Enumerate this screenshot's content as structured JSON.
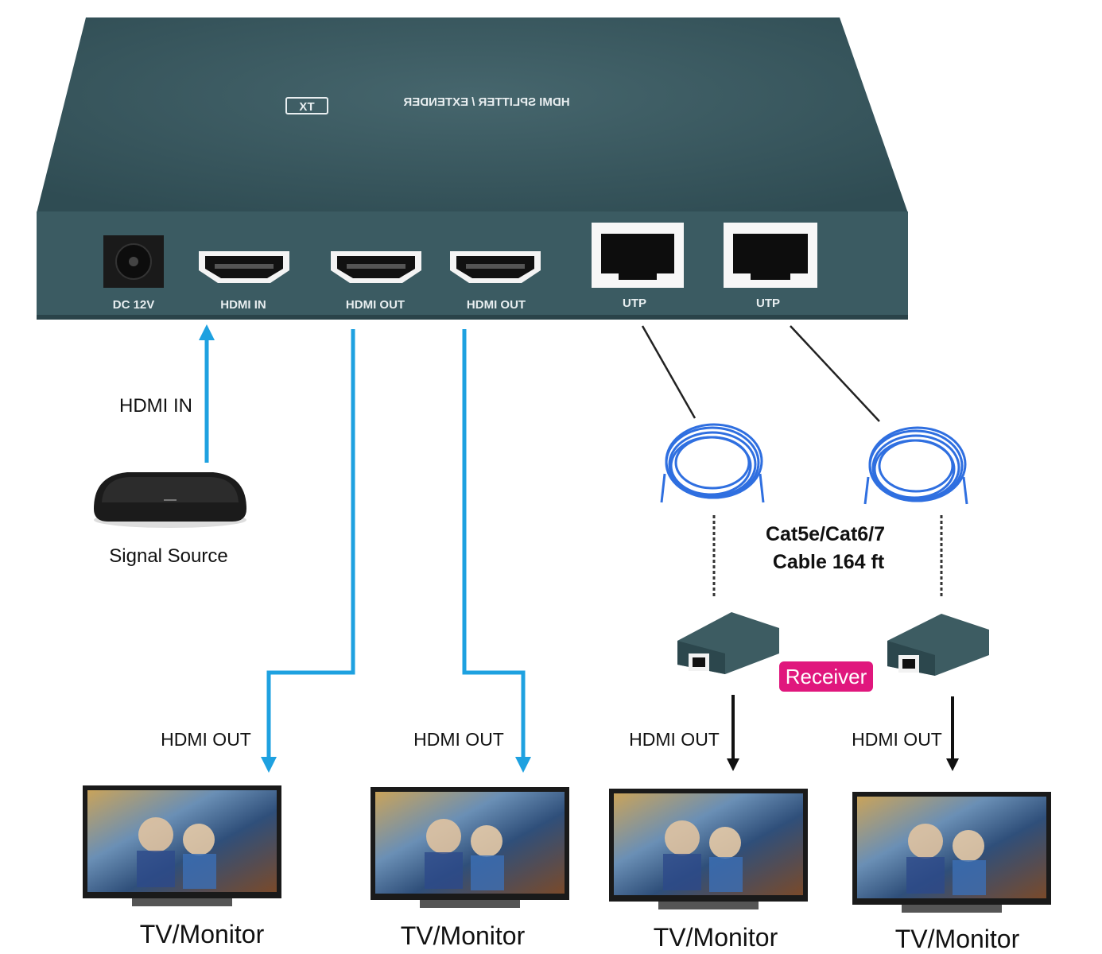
{
  "device": {
    "title": "HDMI SPLITTER / EXTENDER",
    "tag": "TX",
    "body_color": "#3b5b62",
    "ports": [
      {
        "label": "DC 12V",
        "kind": "dc"
      },
      {
        "label": "HDMI IN",
        "kind": "hdmi"
      },
      {
        "label": "HDMI OUT",
        "kind": "hdmi"
      },
      {
        "label": "HDMI OUT",
        "kind": "hdmi"
      },
      {
        "label": "UTP",
        "kind": "rj45"
      },
      {
        "label": "UTP",
        "kind": "rj45"
      }
    ]
  },
  "labels": {
    "hdmi_in": "HDMI IN",
    "signal_source": "Signal Source",
    "cable_line1": "Cat5e/Cat6/7",
    "cable_line2": "Cable  164 ft",
    "receiver": "Receiver",
    "hdmi_out": [
      "HDMI OUT",
      "HDMI OUT",
      "HDMI OUT",
      "HDMI OUT"
    ],
    "tv": [
      "TV/Monitor",
      "TV/Monitor",
      "TV/Monitor",
      "TV/Monitor"
    ]
  },
  "colors": {
    "arrow_blue": "#1ea1e0",
    "arrow_black": "#111111",
    "receiver_badge": "#e0177d",
    "cable_blue": "#2f6fe0"
  }
}
